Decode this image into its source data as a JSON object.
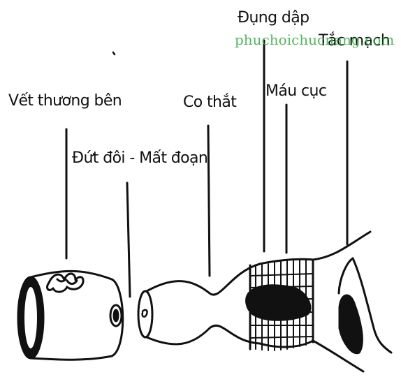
{
  "labels": {
    "side_wound": "Vết thương bên",
    "complete_cut": "Đứt đôi - Mất đoạn",
    "spasm": "Co thắt",
    "contusion": "Đụng dập",
    "clot": "Máu cục",
    "occlusion": "Tắc mạch"
  },
  "watermark": "phuchoichucnang.com",
  "colors": {
    "ink": "#111111",
    "watermark": "#3aa84a",
    "background": "#ffffff"
  }
}
